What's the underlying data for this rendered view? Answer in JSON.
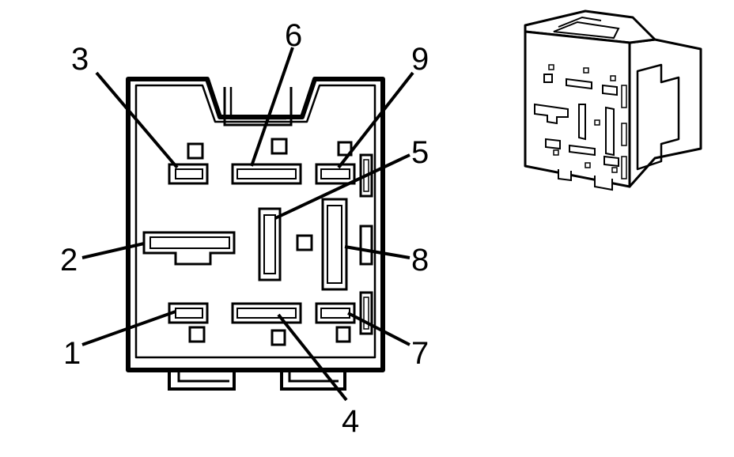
{
  "diagram": {
    "colors": {
      "ink": "#000000",
      "paper": "#ffffff"
    },
    "pins": [
      {
        "id": "pin-1",
        "label": "1"
      },
      {
        "id": "pin-2",
        "label": "2"
      },
      {
        "id": "pin-3",
        "label": "3"
      },
      {
        "id": "pin-4",
        "label": "4"
      },
      {
        "id": "pin-5",
        "label": "5"
      },
      {
        "id": "pin-6",
        "label": "6"
      },
      {
        "id": "pin-7",
        "label": "7"
      },
      {
        "id": "pin-8",
        "label": "8"
      },
      {
        "id": "pin-9",
        "label": "9"
      }
    ]
  }
}
